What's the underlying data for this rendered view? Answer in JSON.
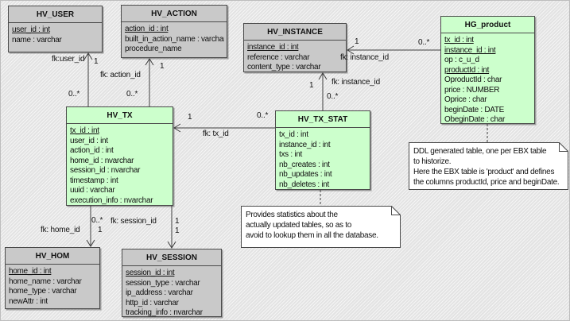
{
  "diagram": {
    "entities": {
      "hv_user": {
        "title": "HV_USER",
        "attributes": [
          {
            "text": "user_id : int",
            "underline": true
          },
          {
            "text": "name : varchar",
            "underline": false
          }
        ]
      },
      "hv_action": {
        "title": "HV_ACTION",
        "attributes": [
          {
            "text": "action_id : int",
            "underline": true
          },
          {
            "text": "built_in_action_name : varchar",
            "underline": false
          },
          {
            "text": "procedure_name",
            "underline": false
          }
        ]
      },
      "hv_instance": {
        "title": "HV_INSTANCE",
        "attributes": [
          {
            "text": "instance_id : int",
            "underline": true
          },
          {
            "text": "reference : varchar",
            "underline": false
          },
          {
            "text": "content_type : varchar",
            "underline": false
          }
        ]
      },
      "hg_product": {
        "title": "HG_product",
        "attributes": [
          {
            "text": "tx_id : int",
            "underline": true
          },
          {
            "text": "instance_id : int",
            "underline": true
          },
          {
            "text": "op : c_u_d",
            "underline": false
          },
          {
            "text": "productId : int",
            "underline": true
          },
          {
            "text": "OproductId : char",
            "underline": false
          },
          {
            "text": "price : NUMBER",
            "underline": false
          },
          {
            "text": "Oprice : char",
            "underline": false
          },
          {
            "text": "beginDate : DATE",
            "underline": false
          },
          {
            "text": "ObeginDate : char",
            "underline": false
          }
        ]
      },
      "hv_tx": {
        "title": "HV_TX",
        "attributes": [
          {
            "text": "tx_id : int",
            "underline": true
          },
          {
            "text": "user_id : int",
            "underline": false
          },
          {
            "text": "action_id : int",
            "underline": false
          },
          {
            "text": "home_id : nvarchar",
            "underline": false
          },
          {
            "text": "session_id : nvarchar",
            "underline": false
          },
          {
            "text": "timestamp : int",
            "underline": false
          },
          {
            "text": "uuid : varchar",
            "underline": false
          },
          {
            "text": "execution_info : nvarchar",
            "underline": false
          }
        ]
      },
      "hv_tx_stat": {
        "title": "HV_TX_STAT",
        "attributes": [
          {
            "text": "tx_id : int",
            "underline": false
          },
          {
            "text": "instance_id : int",
            "underline": false
          },
          {
            "text": "txs : int",
            "underline": false
          },
          {
            "text": "nb_creates : int",
            "underline": false
          },
          {
            "text": "nb_updates : int",
            "underline": false
          },
          {
            "text": "nb_deletes : int",
            "underline": false
          }
        ]
      },
      "hv_hom": {
        "title": "HV_HOM",
        "attributes": [
          {
            "text": "home_id : int",
            "underline": true
          },
          {
            "text": "home_name : varchar",
            "underline": false
          },
          {
            "text": "home_type : varchar",
            "underline": false
          },
          {
            "text": "newAttr : int",
            "underline": false
          }
        ]
      },
      "hv_session": {
        "title": "HV_SESSION",
        "attributes": [
          {
            "text": "session_id : int",
            "underline": true
          },
          {
            "text": "session_type : varchar",
            "underline": false
          },
          {
            "text": "ip_address : varchar",
            "underline": false
          },
          {
            "text": "http_id : varchar",
            "underline": false
          },
          {
            "text": "tracking_info : nvarchar",
            "underline": false
          }
        ]
      }
    },
    "notes": {
      "tx_stat_note": {
        "lines": [
          "Provides statistics about the",
          "actually updated tables, so as to",
          "avoid to lookup them in all the database."
        ]
      },
      "product_note": {
        "lines": [
          "DDL generated table, one per EBX table",
          "to historize.",
          "Here the EBX table is 'product' and defines",
          "the columns productId, price and beginDate."
        ]
      }
    },
    "labels": {
      "user_fk": "fk:user_id",
      "user_one": "1",
      "user_many": "0..*",
      "action_fk": "fk: action_id",
      "action_one": "1",
      "action_many": "0..*",
      "instance_fk": "fk: instance_id",
      "instance_one": "1",
      "instance_many": "0..*",
      "product_fk": "fk: instance_id",
      "product_one": "1",
      "product_many": "0..*",
      "tx_fk": "fk: tx_id",
      "tx_one": "1",
      "tx_many": "0..*",
      "home_fk": "fk: home_id",
      "home_many": "0..*",
      "home_one": "1",
      "session_fk": "fk: session_id",
      "session_one_a": "1",
      "session_one_b": "1"
    },
    "colors": {
      "entity_green": "#ccffcc",
      "entity_gray": "#c9c9c9",
      "note_bg": "#ffffff",
      "line": "#3f3f3f"
    }
  }
}
